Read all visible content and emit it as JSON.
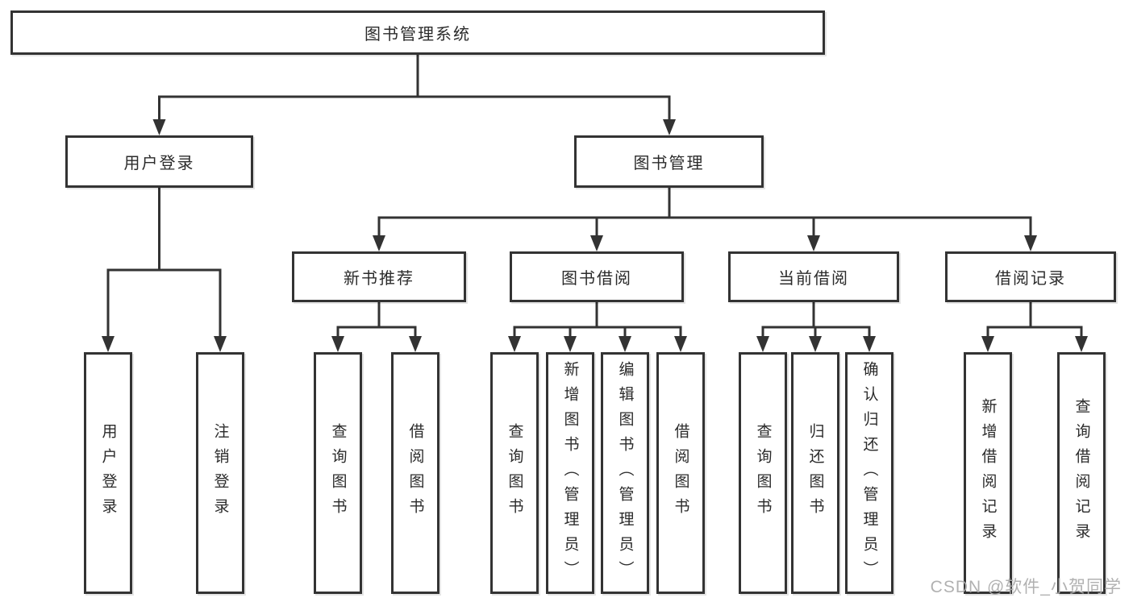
{
  "tree": {
    "root": {
      "label": "图书管理系统",
      "children": [
        {
          "label": "用户登录",
          "children": [
            {
              "label": "用户登录"
            },
            {
              "label": "注销登录"
            }
          ]
        },
        {
          "label": "图书管理",
          "children": [
            {
              "label": "新书推荐",
              "children": [
                {
                  "label": "查询图书"
                },
                {
                  "label": "借阅图书"
                }
              ]
            },
            {
              "label": "图书借阅",
              "children": [
                {
                  "label": "查询图书"
                },
                {
                  "label": "新增图书（管理员）"
                },
                {
                  "label": "编辑图书（管理员）"
                },
                {
                  "label": "借阅图书"
                }
              ]
            },
            {
              "label": "当前借阅",
              "children": [
                {
                  "label": "查询图书"
                },
                {
                  "label": "归还图书"
                },
                {
                  "label": "确认归还（管理员）"
                }
              ]
            },
            {
              "label": "借阅记录",
              "children": [
                {
                  "label": "新增借阅记录"
                },
                {
                  "label": "查询借阅记录"
                }
              ]
            }
          ]
        }
      ]
    }
  },
  "colors": {
    "line": "#333333",
    "text": "#2b2b2b",
    "watermark": "#adadad",
    "background": "#ffffff"
  },
  "watermark": {
    "text": "CSDN @软件_小贺同学"
  }
}
